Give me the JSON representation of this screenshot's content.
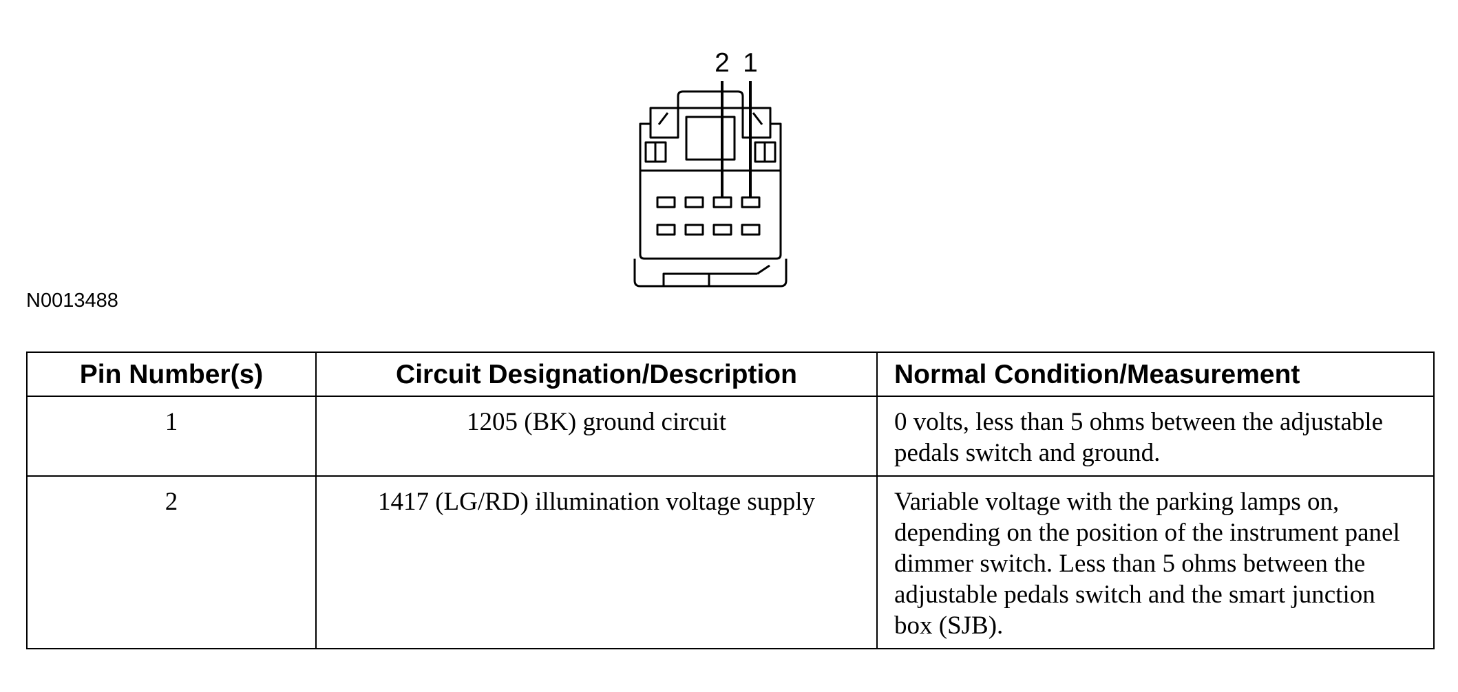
{
  "diagram": {
    "pin_labels": [
      "2",
      "1"
    ],
    "figure_id": "N0013488"
  },
  "table": {
    "headers": [
      "Pin Number(s)",
      "Circuit Designation/Description",
      "Normal Condition/Measurement"
    ],
    "rows": [
      {
        "pin": "1",
        "circuit": "1205 (BK) ground circuit",
        "condition": "0 volts, less than 5 ohms between the adjustable pedals switch and ground."
      },
      {
        "pin": "2",
        "circuit": "1417 (LG/RD) illumination voltage supply",
        "condition": "Variable voltage with the parking lamps on, depending on the position of the instrument panel dimmer switch. Less than 5 ohms between the adjustable pedals switch and the smart junction box (SJB)."
      }
    ]
  }
}
